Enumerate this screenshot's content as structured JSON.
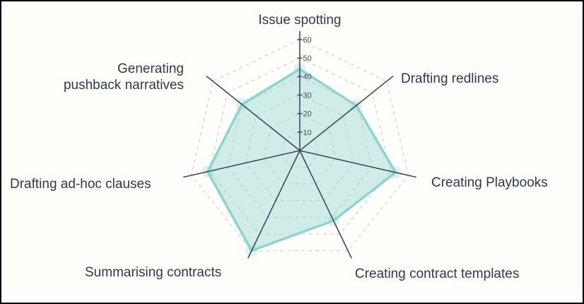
{
  "chart": {
    "background": "#FFFEFB",
    "border_color": "#000000"
  },
  "chart_data": {
    "type": "radar",
    "categories": [
      "Issue spotting",
      "Drafting redlines",
      "Creating Playbooks",
      "Creating contract templates",
      "Summarising contracts",
      "Drafting ad-hoc clauses",
      "Generating pushback narratives"
    ],
    "categories_lines": [
      [
        "Issue spotting"
      ],
      [
        "Drafting redlines"
      ],
      [
        "Creating Playbooks"
      ],
      [
        "Creating contract templates"
      ],
      [
        "Summarising contracts"
      ],
      [
        "Drafting ad-hoc clauses"
      ],
      [
        "Generating",
        "pushback narratives"
      ]
    ],
    "values": [
      44,
      39,
      53,
      42,
      60,
      51,
      40
    ],
    "ticks": [
      10,
      20,
      30,
      40,
      50,
      60
    ],
    "axis_range": [
      0,
      60
    ],
    "grid": {
      "style": "dashed",
      "shape": "heptagon",
      "color": "#D3D3D3"
    },
    "legend": "none",
    "colors": {
      "series_fill": "#8FD3CD",
      "series_stroke": "#8FD3CD",
      "axis_line": "#3E4A5B",
      "grid_line": "#D3D3D3",
      "category_label": "#2E3A4E",
      "tick_label": "#3E4A5B"
    }
  }
}
